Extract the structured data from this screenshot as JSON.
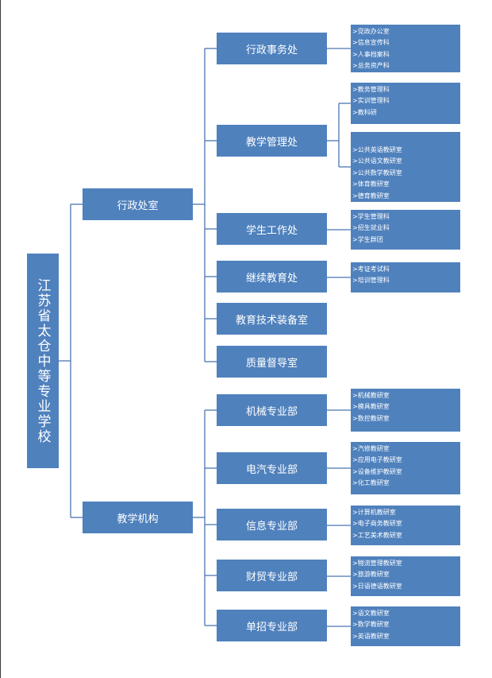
{
  "root": {
    "title": "江苏省太仓中等专业学校"
  },
  "branches": [
    {
      "label": "行政处室",
      "units": [
        {
          "label": "行政事务处",
          "groups": [
            [
              "党政办公室",
              "信息宣传科",
              "人事档案科",
              "总务资产科"
            ]
          ]
        },
        {
          "label": "教学管理处",
          "groups": [
            [
              "教务管理科",
              "实训管理科",
              "教科研"
            ],
            [
              "公共英语教研室",
              "公共语文教研室",
              "公共数学教研室",
              "体育教研室",
              "德育教研室"
            ]
          ]
        },
        {
          "label": "学生工作处",
          "groups": [
            [
              "学生管理科",
              "招生就业科",
              "学生群团"
            ]
          ]
        },
        {
          "label": "继续教育处",
          "groups": [
            [
              "考证考试科",
              "培训管理科"
            ]
          ]
        },
        {
          "label": "教育技术装备室",
          "groups": []
        },
        {
          "label": "质量督导室",
          "groups": []
        }
      ]
    },
    {
      "label": "教学机构",
      "units": [
        {
          "label": "机械专业部",
          "groups": [
            [
              "机械教研室",
              "模具教研室",
              "数控教研室"
            ]
          ]
        },
        {
          "label": "电汽专业部",
          "groups": [
            [
              "汽修教研室",
              "应用电子教研室",
              "设备维护教研室",
              "化工教研室"
            ]
          ]
        },
        {
          "label": "信息专业部",
          "groups": [
            [
              "计算机教研室",
              "电子商务教研室",
              "工艺美术教研室"
            ]
          ]
        },
        {
          "label": "财贸专业部",
          "groups": [
            [
              "物流管理教研室",
              "旅游教研室",
              "日语德语教研室"
            ]
          ]
        },
        {
          "label": "单招专业部",
          "groups": [
            [
              "语文教研室",
              "数学教研室",
              "英语教研室"
            ]
          ]
        }
      ]
    }
  ]
}
